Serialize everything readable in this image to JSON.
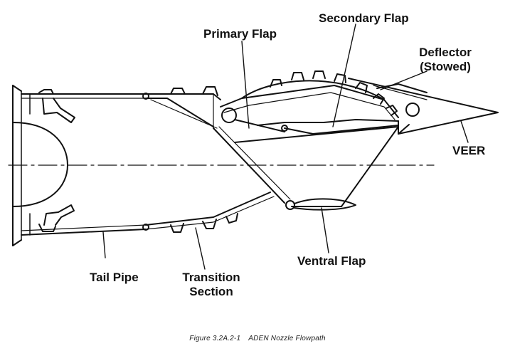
{
  "labels": {
    "secondary_flap": "Secondary Flap",
    "primary_flap": "Primary Flap",
    "deflector_line1": "Deflector",
    "deflector_line2": "(Stowed)",
    "veer": "VEER",
    "tail_pipe": "Tail Pipe",
    "transition_line1": "Transition",
    "transition_line2": "Section",
    "ventral_flap": "Ventral Flap"
  },
  "caption": {
    "figure_number": "Figure 3.2A.2-1",
    "title": "ADEN Nozzle Flowpath"
  },
  "colors": {
    "ink": "#111111",
    "background": "#ffffff"
  }
}
